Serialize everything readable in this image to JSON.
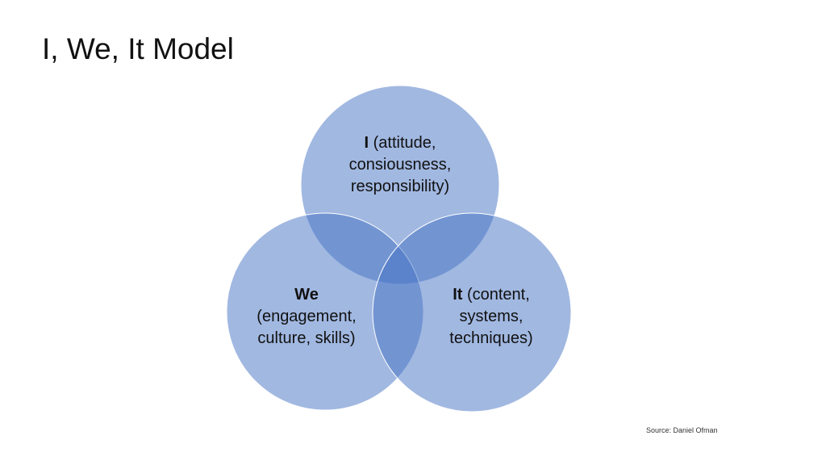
{
  "title": "I, We, It Model",
  "circles": [
    {
      "id": "i",
      "bold": "I",
      "text_first": " (attitude,",
      "lines": [
        "consiousness,",
        "responsibility)"
      ]
    },
    {
      "id": "we",
      "bold": "We",
      "lines": [
        "(engagement,",
        "culture, skills)"
      ]
    },
    {
      "id": "it",
      "bold": "It",
      "text_first": " (content,",
      "lines": [
        "systems,",
        "techniques)"
      ]
    }
  ],
  "fill_color": "#4472c4",
  "source": "Source: Daniel Ofman"
}
